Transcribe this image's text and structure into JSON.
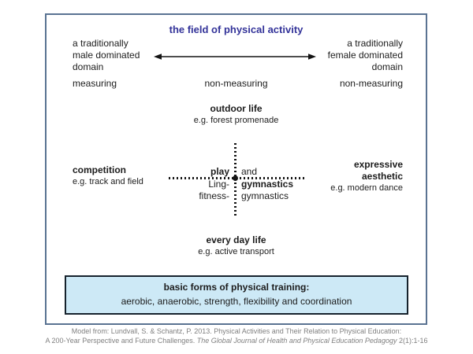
{
  "colors": {
    "title": "#333399",
    "frame_border": "#5a7392",
    "training_box_bg": "#cde9f6",
    "training_box_border": "#16222c",
    "caption_text": "#7f7f7f"
  },
  "title": "the field of physical activity",
  "spectrum": {
    "left_domain": [
      "a traditionally",
      "male dominated",
      "domain"
    ],
    "right_domain": [
      "a traditionally",
      "female dominated",
      "domain"
    ]
  },
  "measuring_row": {
    "left": "measuring",
    "center": "non-measuring",
    "right": "non-measuring"
  },
  "quadrants": {
    "outdoor": {
      "title": "outdoor life",
      "example": "e.g. forest promenade"
    },
    "competition": {
      "title": "competition",
      "example": "e.g. track and field"
    },
    "expressive": {
      "title_line1": "expressive",
      "title_line2": "aesthetic",
      "example": "e.g. modern dance"
    },
    "everyday": {
      "title": "every day life",
      "example": "e.g. active transport"
    }
  },
  "center_cross": {
    "row1_left": "play",
    "row1_right": "and",
    "row2_left": "Ling-",
    "row2_right": "gymnastics",
    "row3_left": "fitness-",
    "row3_right": "gymnastics"
  },
  "training_box": {
    "title": "basic forms of physical training:",
    "items": "aerobic, anaerobic, strength, flexibility and coordination"
  },
  "caption": {
    "line1": "Model from: Lundvall, S. & Schantz, P. 2013. Physical Activities and Their Relation to Physical Education:",
    "line2_prefix": "A 200-Year Perspective and Future Challenges. ",
    "line2_italic": "The Global Journal of Health and Physical Education Pedagogy",
    "line2_suffix": " 2(1):1-16"
  }
}
